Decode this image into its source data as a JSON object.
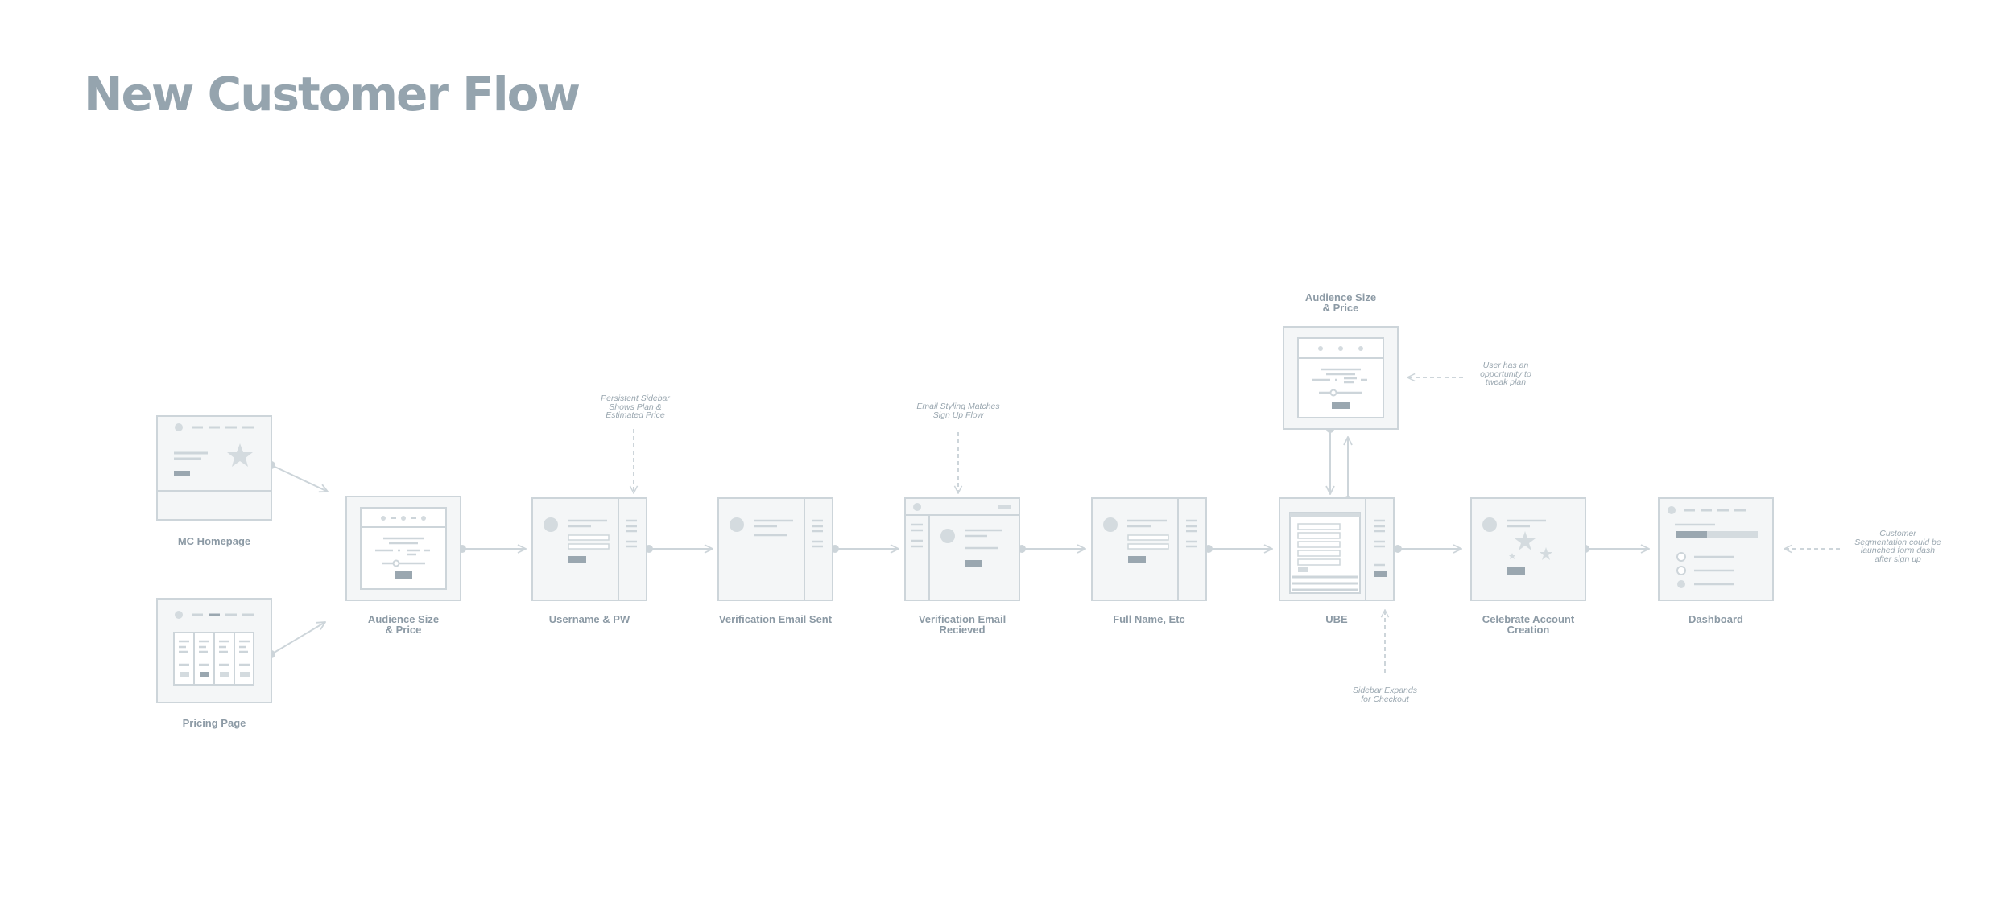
{
  "title": "New Customer Flow",
  "labels": {
    "mc_homepage": "MC Homepage",
    "pricing_page": "Pricing Page",
    "audience_size_1": "Audience Size\n& Price",
    "username_pw": "Username & PW",
    "verification_sent": "Verification Email Sent",
    "verification_received": "Verification Email\nRecieved",
    "full_name": "Full Name, Etc",
    "ube": "UBE",
    "celebrate": "Celebrate Account\nCreation",
    "dashboard": "Dashboard",
    "audience_size_2": "Audience Size\n& Price"
  },
  "notes": {
    "persistent_sidebar": "Persistent Sidebar\nShows Plan &\nEstimated Price",
    "email_styling": "Email Styling Matches\nSign Up Flow",
    "tweak_plan": "User has an\nopportunity to\ntweak plan",
    "sidebar_expands": "Sidebar Expands\nfor Checkout",
    "segmentation": "Customer\nSegmentation could be\nlaunched form dash\nafter sign up"
  },
  "colors": {
    "title": "#95a4ae",
    "frame": "#cdd5da",
    "fill": "#f4f6f7",
    "accent": "#9aa7b0"
  }
}
